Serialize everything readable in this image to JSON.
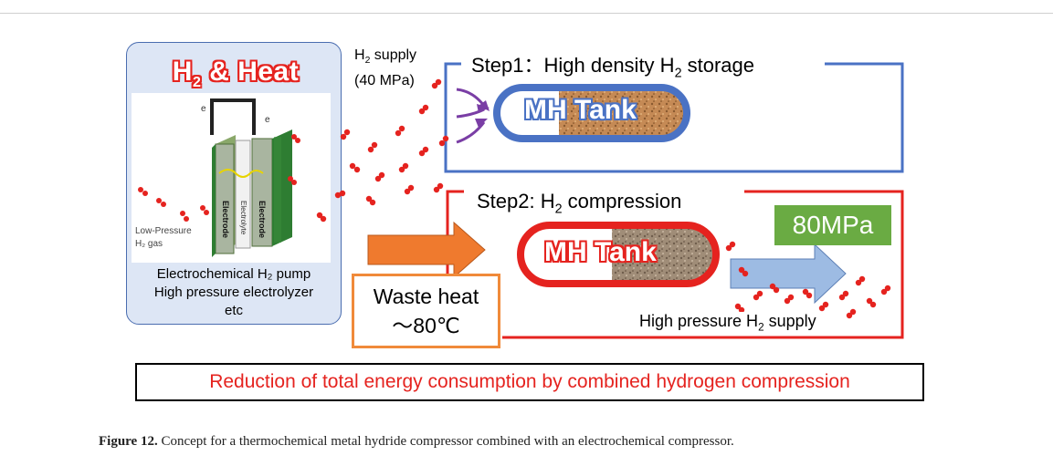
{
  "source": {
    "title_h": "H",
    "title_sub": "2",
    "title_rest": " & Heat source",
    "low_pressure_line1": "Low-Pressure",
    "low_pressure_line2": "H₂ gas",
    "electrode_left": "Electrode",
    "electrolyte": "Electrolyte",
    "electrode_right": "Electrode",
    "e_left": "e",
    "e_right": "e",
    "caption_line1": "Electrochemical H₂ pump",
    "caption_line2": "High pressure electrolyzer",
    "caption_line3": "etc"
  },
  "supply": {
    "line1_h": "H",
    "line1_sub": "2",
    "line1_rest": " supply",
    "line2": "(40 MPa)"
  },
  "step1": {
    "title_pre": "Step1：High density H",
    "title_sub": "2",
    "title_post": " storage",
    "tank_label": "MH Tank"
  },
  "step2": {
    "title_pre": "Step2: H",
    "title_sub": "2",
    "title_post": " compression",
    "tank_label": "MH Tank",
    "pressure_badge": "80MPa",
    "supply_pre": "High pressure H",
    "supply_sub": "2",
    "supply_post": " supply"
  },
  "waste_heat": {
    "line1": "Waste heat",
    "line2": "～80℃"
  },
  "conclusion": "Reduction of total energy consumption by combined hydrogen compression",
  "figure_caption": {
    "label": "Figure 12.",
    "text": " Concept for a thermochemical metal hydride compressor combined with an electrochemical compressor."
  },
  "colors": {
    "step1_border": "#4a72c4",
    "step2_border": "#e5231f",
    "source_bg": "#dde6f5",
    "waste_border": "#f08a3a",
    "badge_bg": "#6aab43",
    "arrow_orange": "#ef7a2e",
    "arrow_blue": "#9dbbe3",
    "molecule": "#e5231f"
  }
}
